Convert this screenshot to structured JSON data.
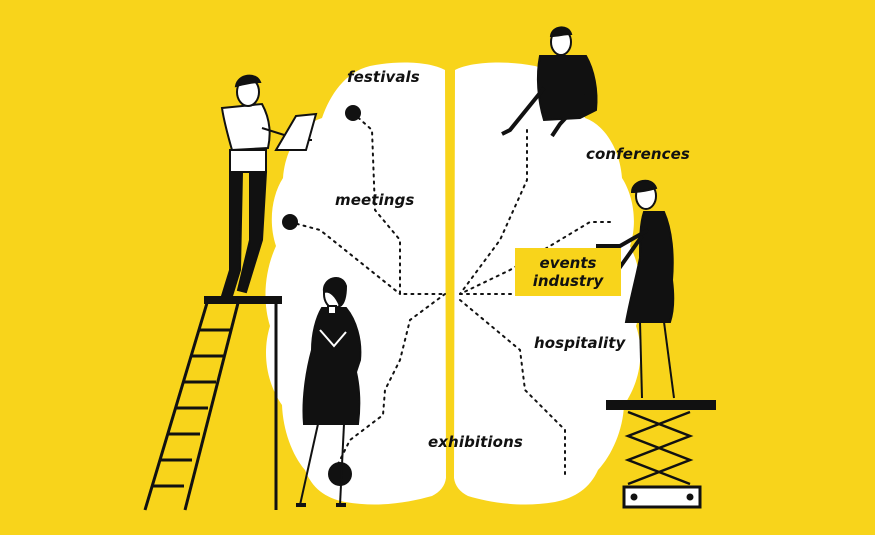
{
  "labels": {
    "festivals": "festivals",
    "meetings": "meetings",
    "conferences": "conferences",
    "events_line1": "events",
    "events_line2": "industry",
    "hospitality": "hospitality",
    "exhibitions": "exhibitions"
  },
  "colors": {
    "background": "#f8d41b",
    "brain": "#ffffff",
    "ink": "#111111"
  }
}
